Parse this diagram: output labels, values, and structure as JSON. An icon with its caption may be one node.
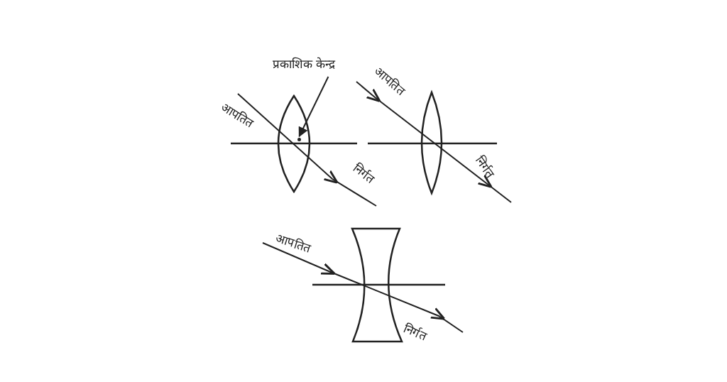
{
  "diagram": {
    "nodes": [
      {
        "text": [
          "प्रकाशिक केन्द्र"
        ]
      },
      {
        "text": [],
        "shape": "dot"
      }
    ],
    "edges": [
      {
        "from": 0,
        "to": 1,
        "arrow": "to"
      }
    ],
    "labels": [
      "आपतित",
      "निर्गत",
      "आपतित",
      "निर्गत",
      "आपतित",
      "निर्गत"
    ]
  }
}
